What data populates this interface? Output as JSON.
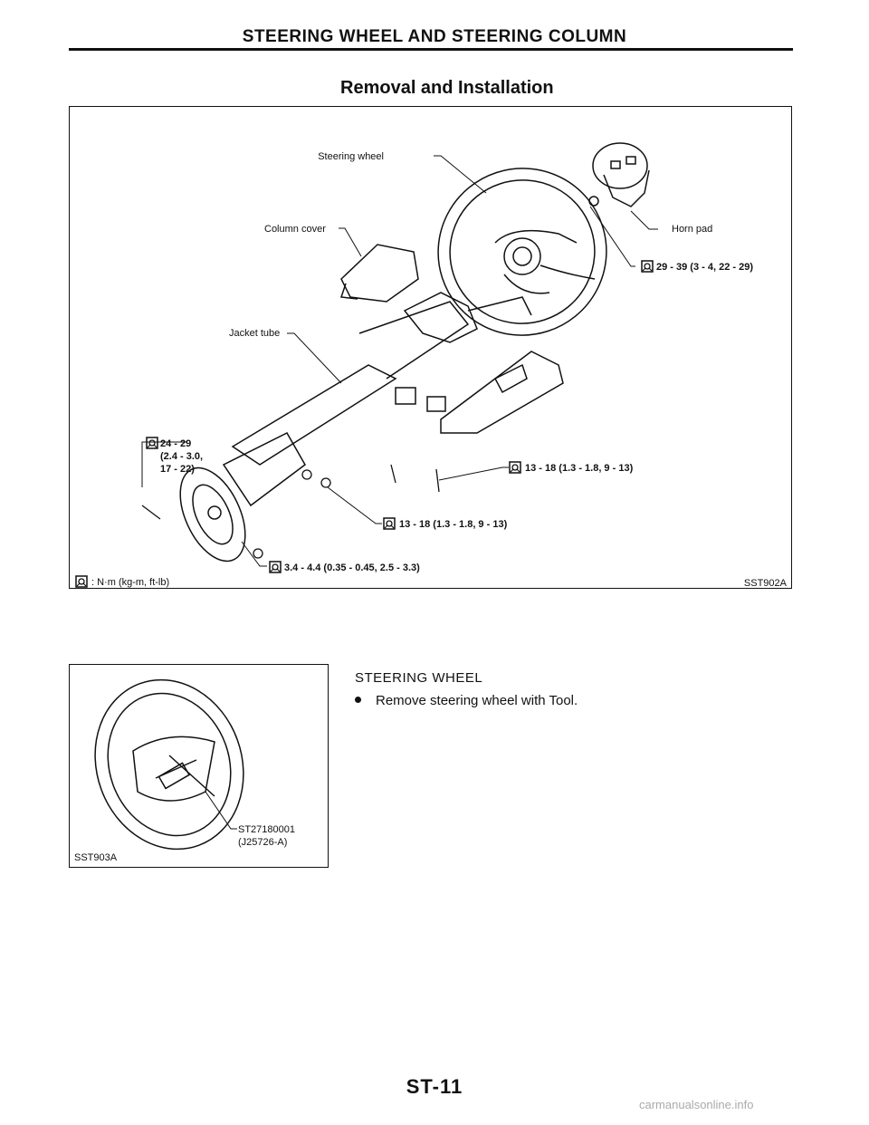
{
  "header": {
    "title": "STEERING WHEEL AND STEERING COLUMN"
  },
  "section": {
    "title": "Removal and Installation"
  },
  "figure1": {
    "labels": {
      "steering_wheel": "Steering wheel",
      "column_cover": "Column cover",
      "horn_pad": "Horn pad",
      "jacket_tube": "Jacket tube",
      "torque_horn": "29 - 39 (3 - 4, 22 - 29)",
      "torque_left_1": "24 - 29",
      "torque_left_2": "(2.4 - 3.0,",
      "torque_left_3": "17 - 22)",
      "torque_mid_right": "13 - 18 (1.3 - 1.8, 9 - 13)",
      "torque_mid_lower": "13 - 18 (1.3 - 1.8, 9 - 13)",
      "torque_bottom": "3.4 - 4.4 (0.35 - 0.45, 2.5 - 3.3)",
      "legend": ": N·m (kg-m, ft-lb)",
      "code": "SST902A"
    }
  },
  "figure2": {
    "labels": {
      "tool_number": "ST27180001",
      "tool_alt": "(J25726-A)",
      "code": "SST903A"
    }
  },
  "steering_wheel": {
    "heading": "STEERING WHEEL",
    "bullet": "Remove steering wheel with Tool."
  },
  "footer": {
    "page_number": "ST-11",
    "watermark": "carmanualsonline.info"
  },
  "icons": {
    "torque": "torque-wrench-icon"
  }
}
